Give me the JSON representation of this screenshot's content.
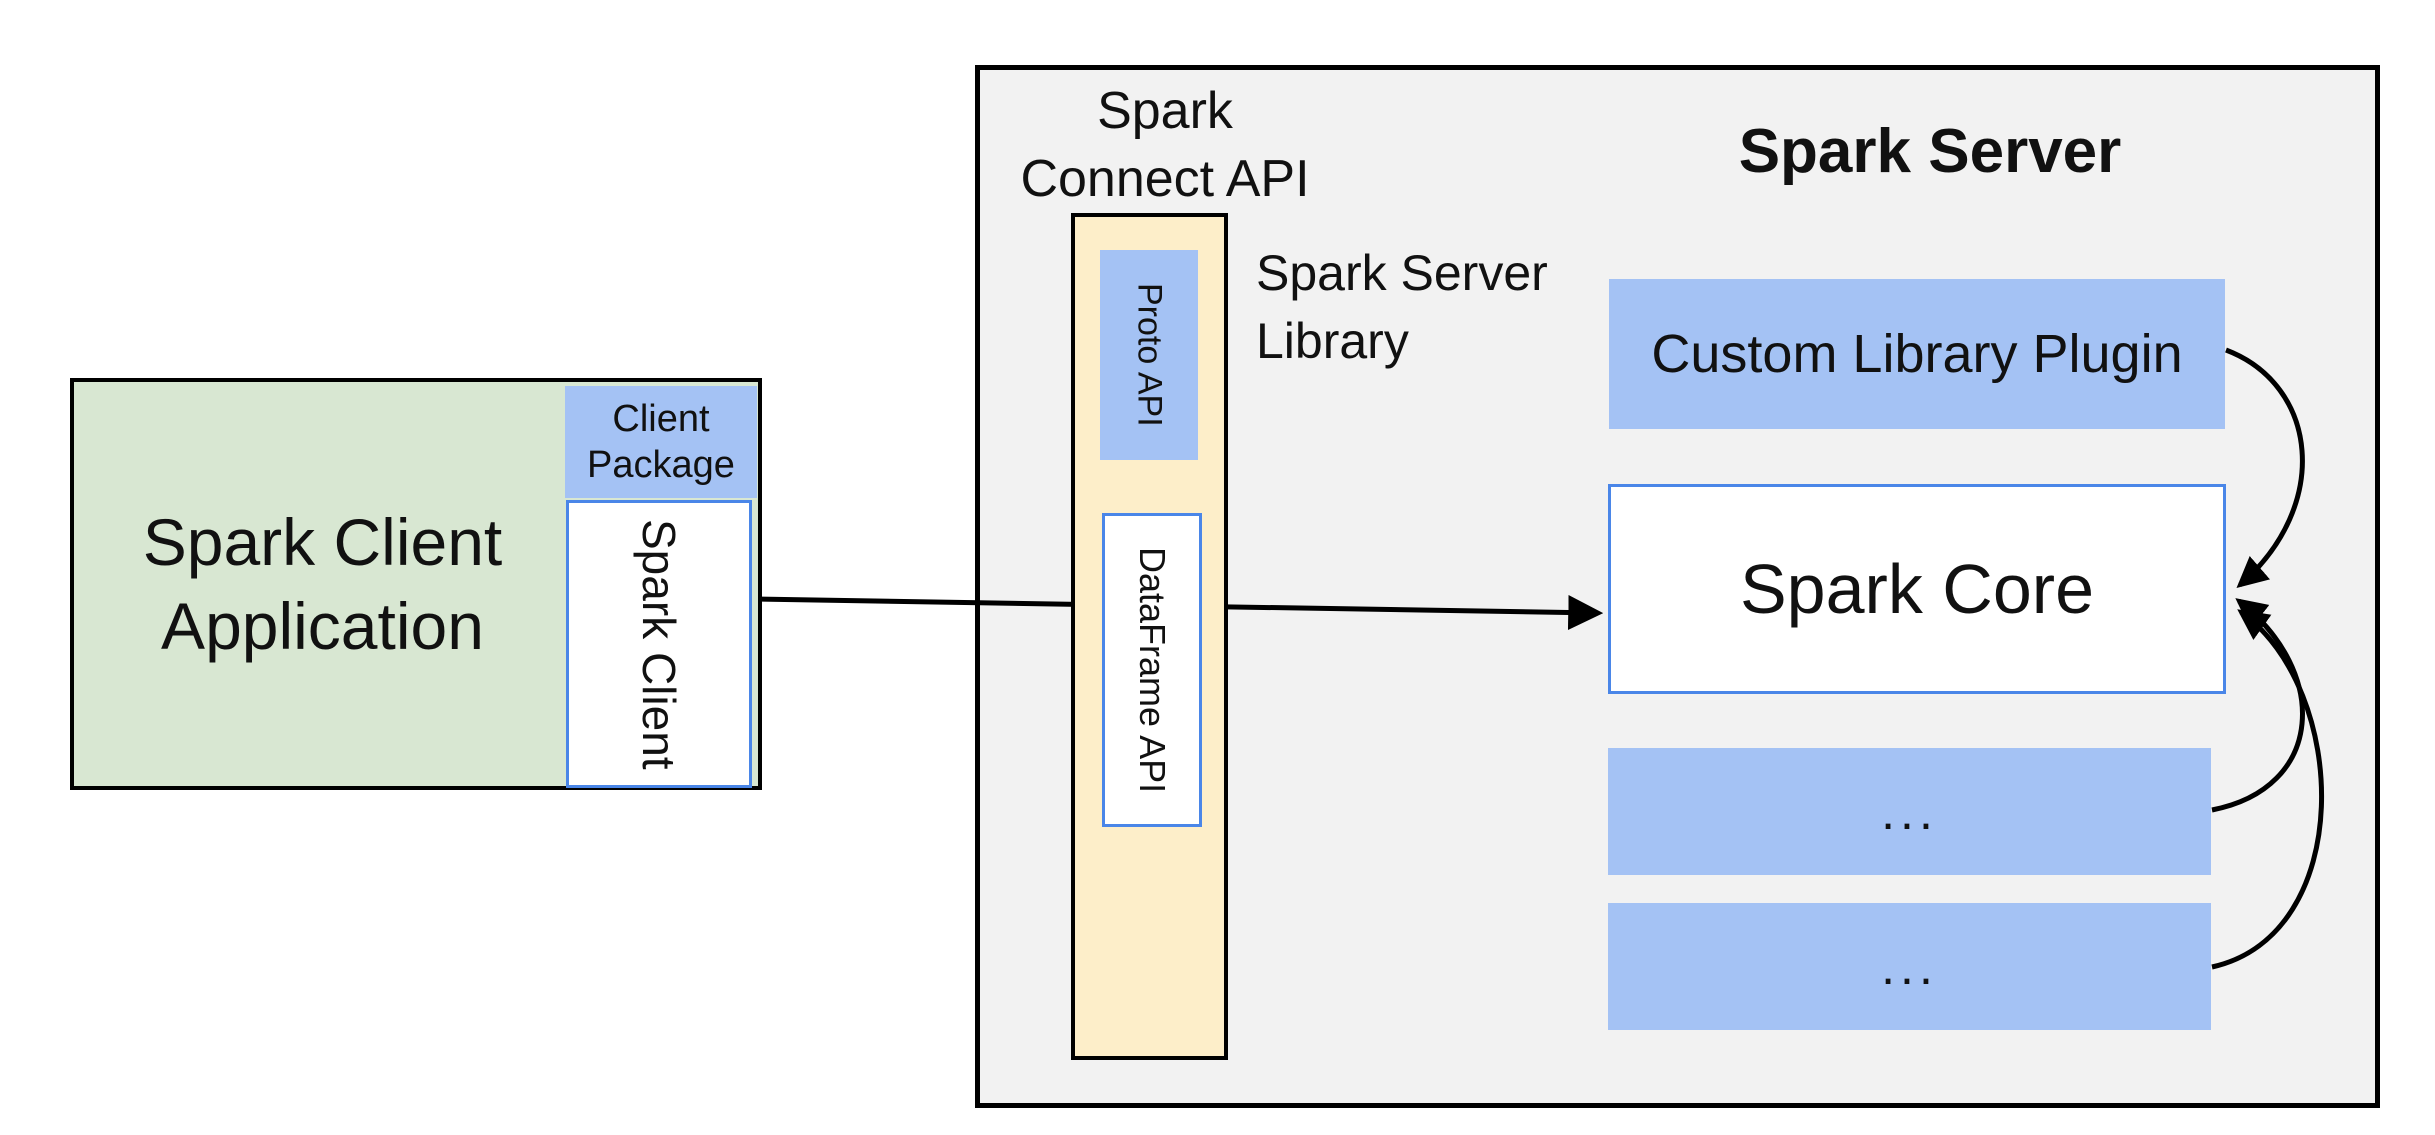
{
  "colors": {
    "box-blue": "#a4c2f4",
    "box-green": "#d8e7d2",
    "box-yellow": "#fdeec9",
    "panel-gray": "#f2f2f2",
    "border-blue": "#4a86e8",
    "line-black": "#000000"
  },
  "client": {
    "application_label": "Spark Client Application",
    "package_label": "Client Package",
    "spark_client_label": "Spark Client"
  },
  "connect_api": {
    "title": "Spark Connect API",
    "proto_label": "Proto API",
    "dataframe_label": "DataFrame API",
    "server_library_label": "Spark Server Library"
  },
  "server": {
    "title": "Spark Server",
    "plugin_label": "Custom Library Plugin",
    "core_label": "Spark Core",
    "misc_plugin_1": "...",
    "misc_plugin_2": "..."
  }
}
